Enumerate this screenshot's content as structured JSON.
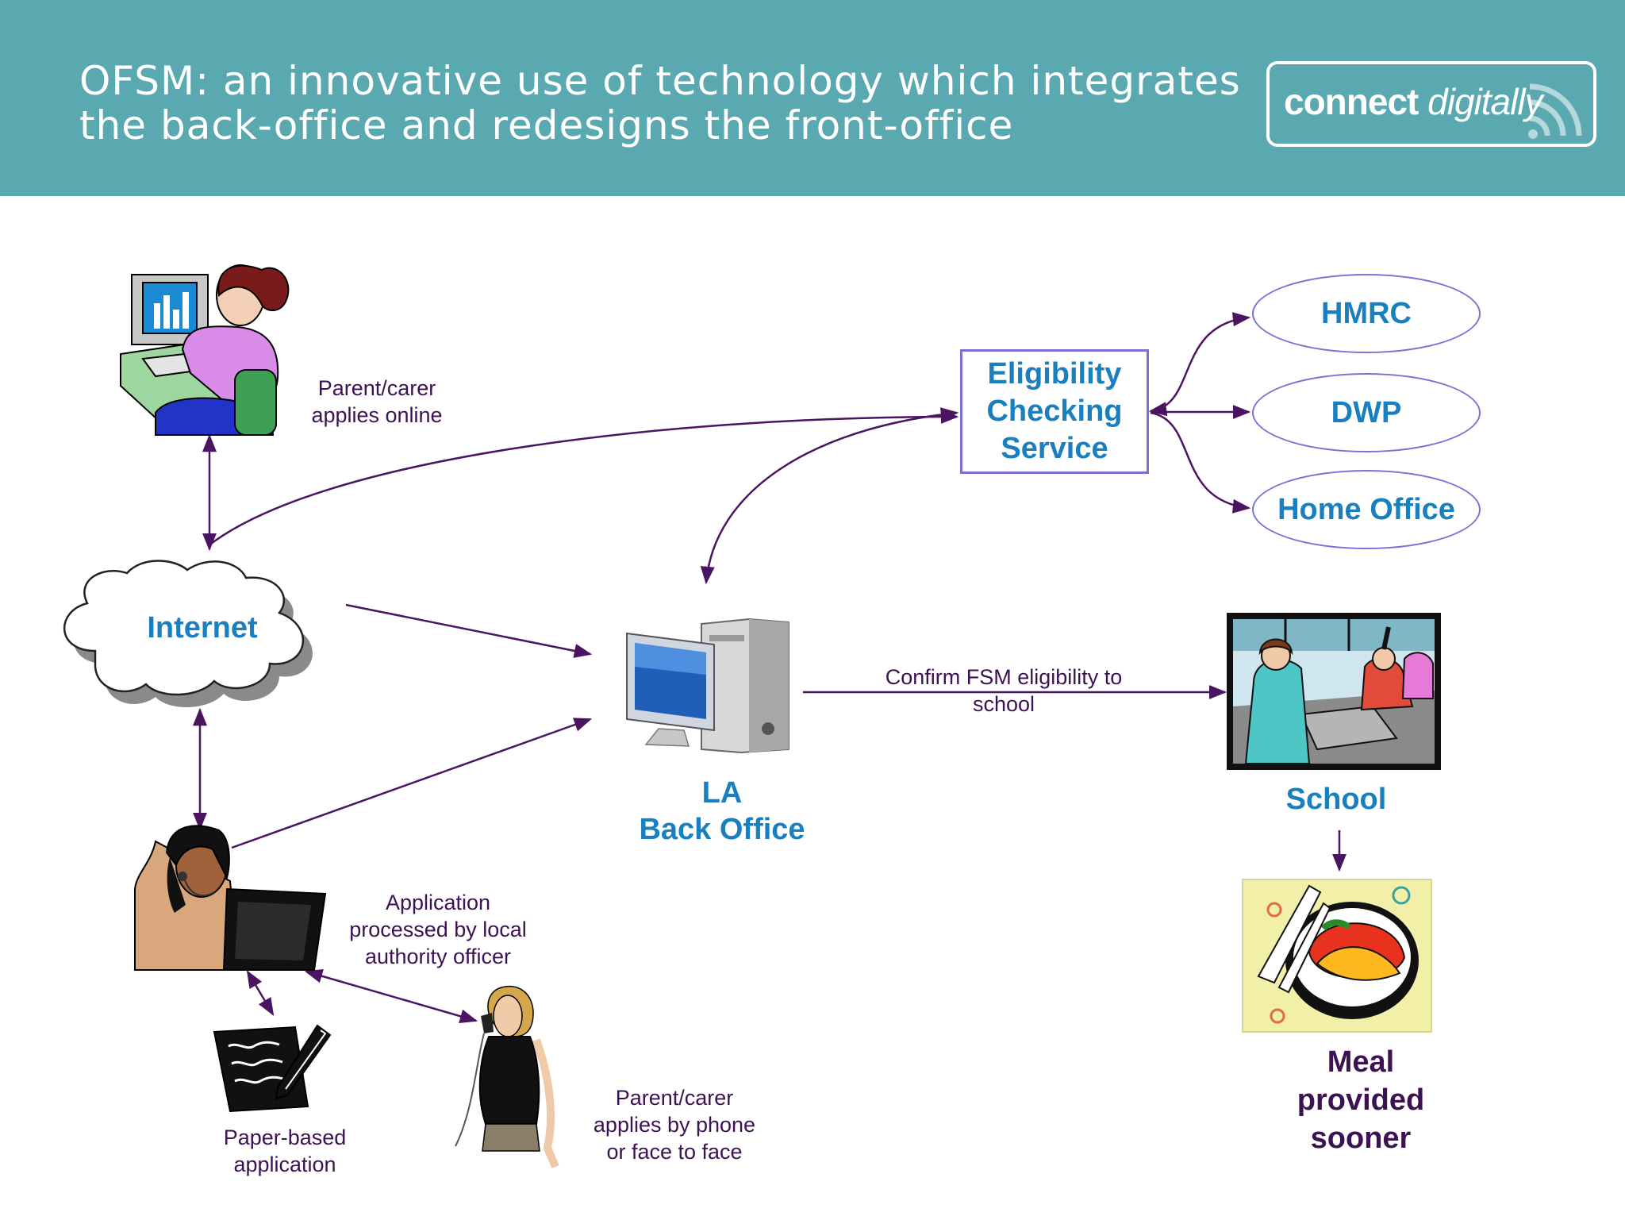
{
  "header": {
    "title_line1": "OFSM: an innovative use of technology which integrates",
    "title_line2": "the back-office and redesigns the front-office",
    "logo_bold": "connect",
    "logo_italic": "digitally"
  },
  "nodes": {
    "ecs_line1": "Eligibility",
    "ecs_line2": "Checking",
    "ecs_line3": "Service",
    "hmrc": "HMRC",
    "dwp": "DWP",
    "home_office": "Home Office",
    "internet": "Internet",
    "la_line1": "LA",
    "la_line2": "Back Office",
    "school": "School",
    "meal_line1": "Meal",
    "meal_line2": "provided",
    "meal_line3": "sooner"
  },
  "labels": {
    "online_line1": "Parent/carer",
    "online_line2": "applies online",
    "confirm_line1": "Confirm FSM eligibility to",
    "confirm_line2": "school",
    "processed_line1": "Application",
    "processed_line2": "processed by local",
    "processed_line3": "authority officer",
    "paper_line1": "Paper-based",
    "paper_line2": "application",
    "phone_line1": "Parent/carer",
    "phone_line2": "applies by phone",
    "phone_line3": "or face to face"
  },
  "colors": {
    "header_bg": "#5aa9b0",
    "arrow": "#4b1461",
    "node_blue": "#1a7fbf",
    "outline": "#7b6fd8"
  },
  "icons": [
    "computer-user-icon",
    "cloud-icon",
    "pc-tower-icon",
    "call-center-agent-icon",
    "paper-form-icon",
    "phone-caller-icon",
    "classroom-icon",
    "meal-plate-icon",
    "wifi-icon"
  ]
}
